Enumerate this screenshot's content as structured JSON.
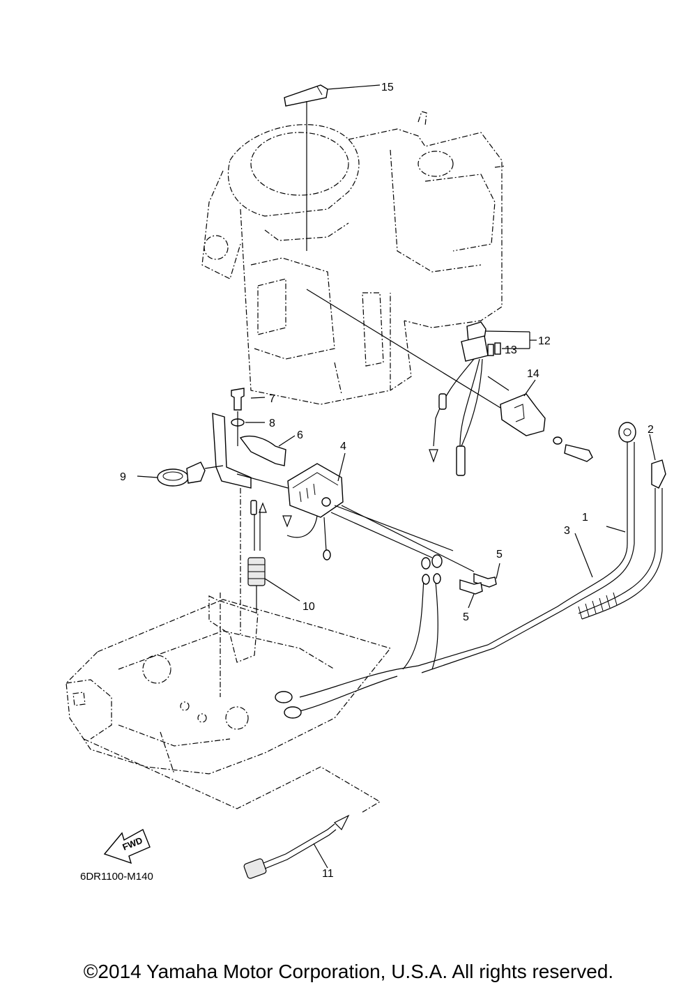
{
  "callouts": [
    {
      "id": "c1",
      "label": "1"
    },
    {
      "id": "c2",
      "label": "2"
    },
    {
      "id": "c3",
      "label": "3"
    },
    {
      "id": "c4",
      "label": "4"
    },
    {
      "id": "c5a",
      "label": "5"
    },
    {
      "id": "c5b",
      "label": "5"
    },
    {
      "id": "c6",
      "label": "6"
    },
    {
      "id": "c7",
      "label": "7"
    },
    {
      "id": "c8",
      "label": "8"
    },
    {
      "id": "c9",
      "label": "9"
    },
    {
      "id": "c10",
      "label": "10"
    },
    {
      "id": "c11",
      "label": "11"
    },
    {
      "id": "c12",
      "label": "12"
    },
    {
      "id": "c13",
      "label": "13"
    },
    {
      "id": "c14",
      "label": "14"
    },
    {
      "id": "c15",
      "label": "15"
    }
  ],
  "fwd_label": "FWD",
  "diagram_code": "6DR1100-M140",
  "copyright": "©2014 Yamaha Motor Corporation, U.S.A. All rights reserved."
}
